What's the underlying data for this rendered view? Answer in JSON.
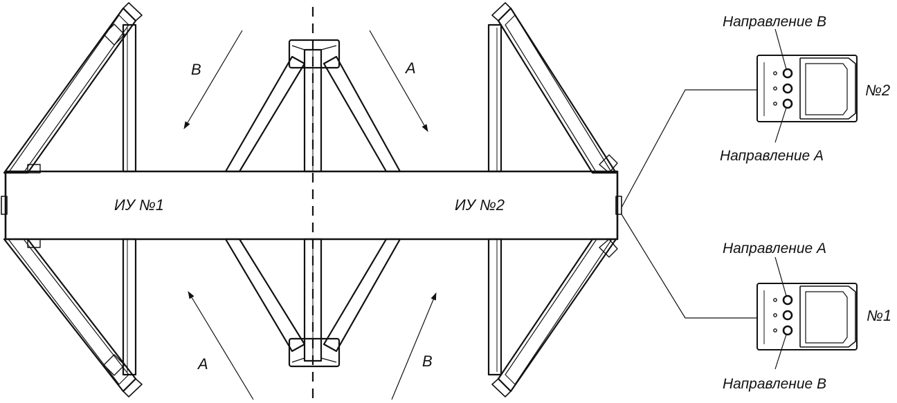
{
  "labels": {
    "device_1": "ИУ №1",
    "device_2": "ИУ №2",
    "arrow_top_left": "B",
    "arrow_top_right": "A",
    "arrow_bottom_left": "A",
    "arrow_bottom_right": "B"
  },
  "remote_2": {
    "number": "№2",
    "top_label": "Направление B",
    "bottom_label": "Направление A"
  },
  "remote_1": {
    "number": "№1",
    "top_label": "Направление A",
    "bottom_label": "Направление B"
  },
  "colors": {
    "line": "#111111",
    "background": "#ffffff"
  }
}
